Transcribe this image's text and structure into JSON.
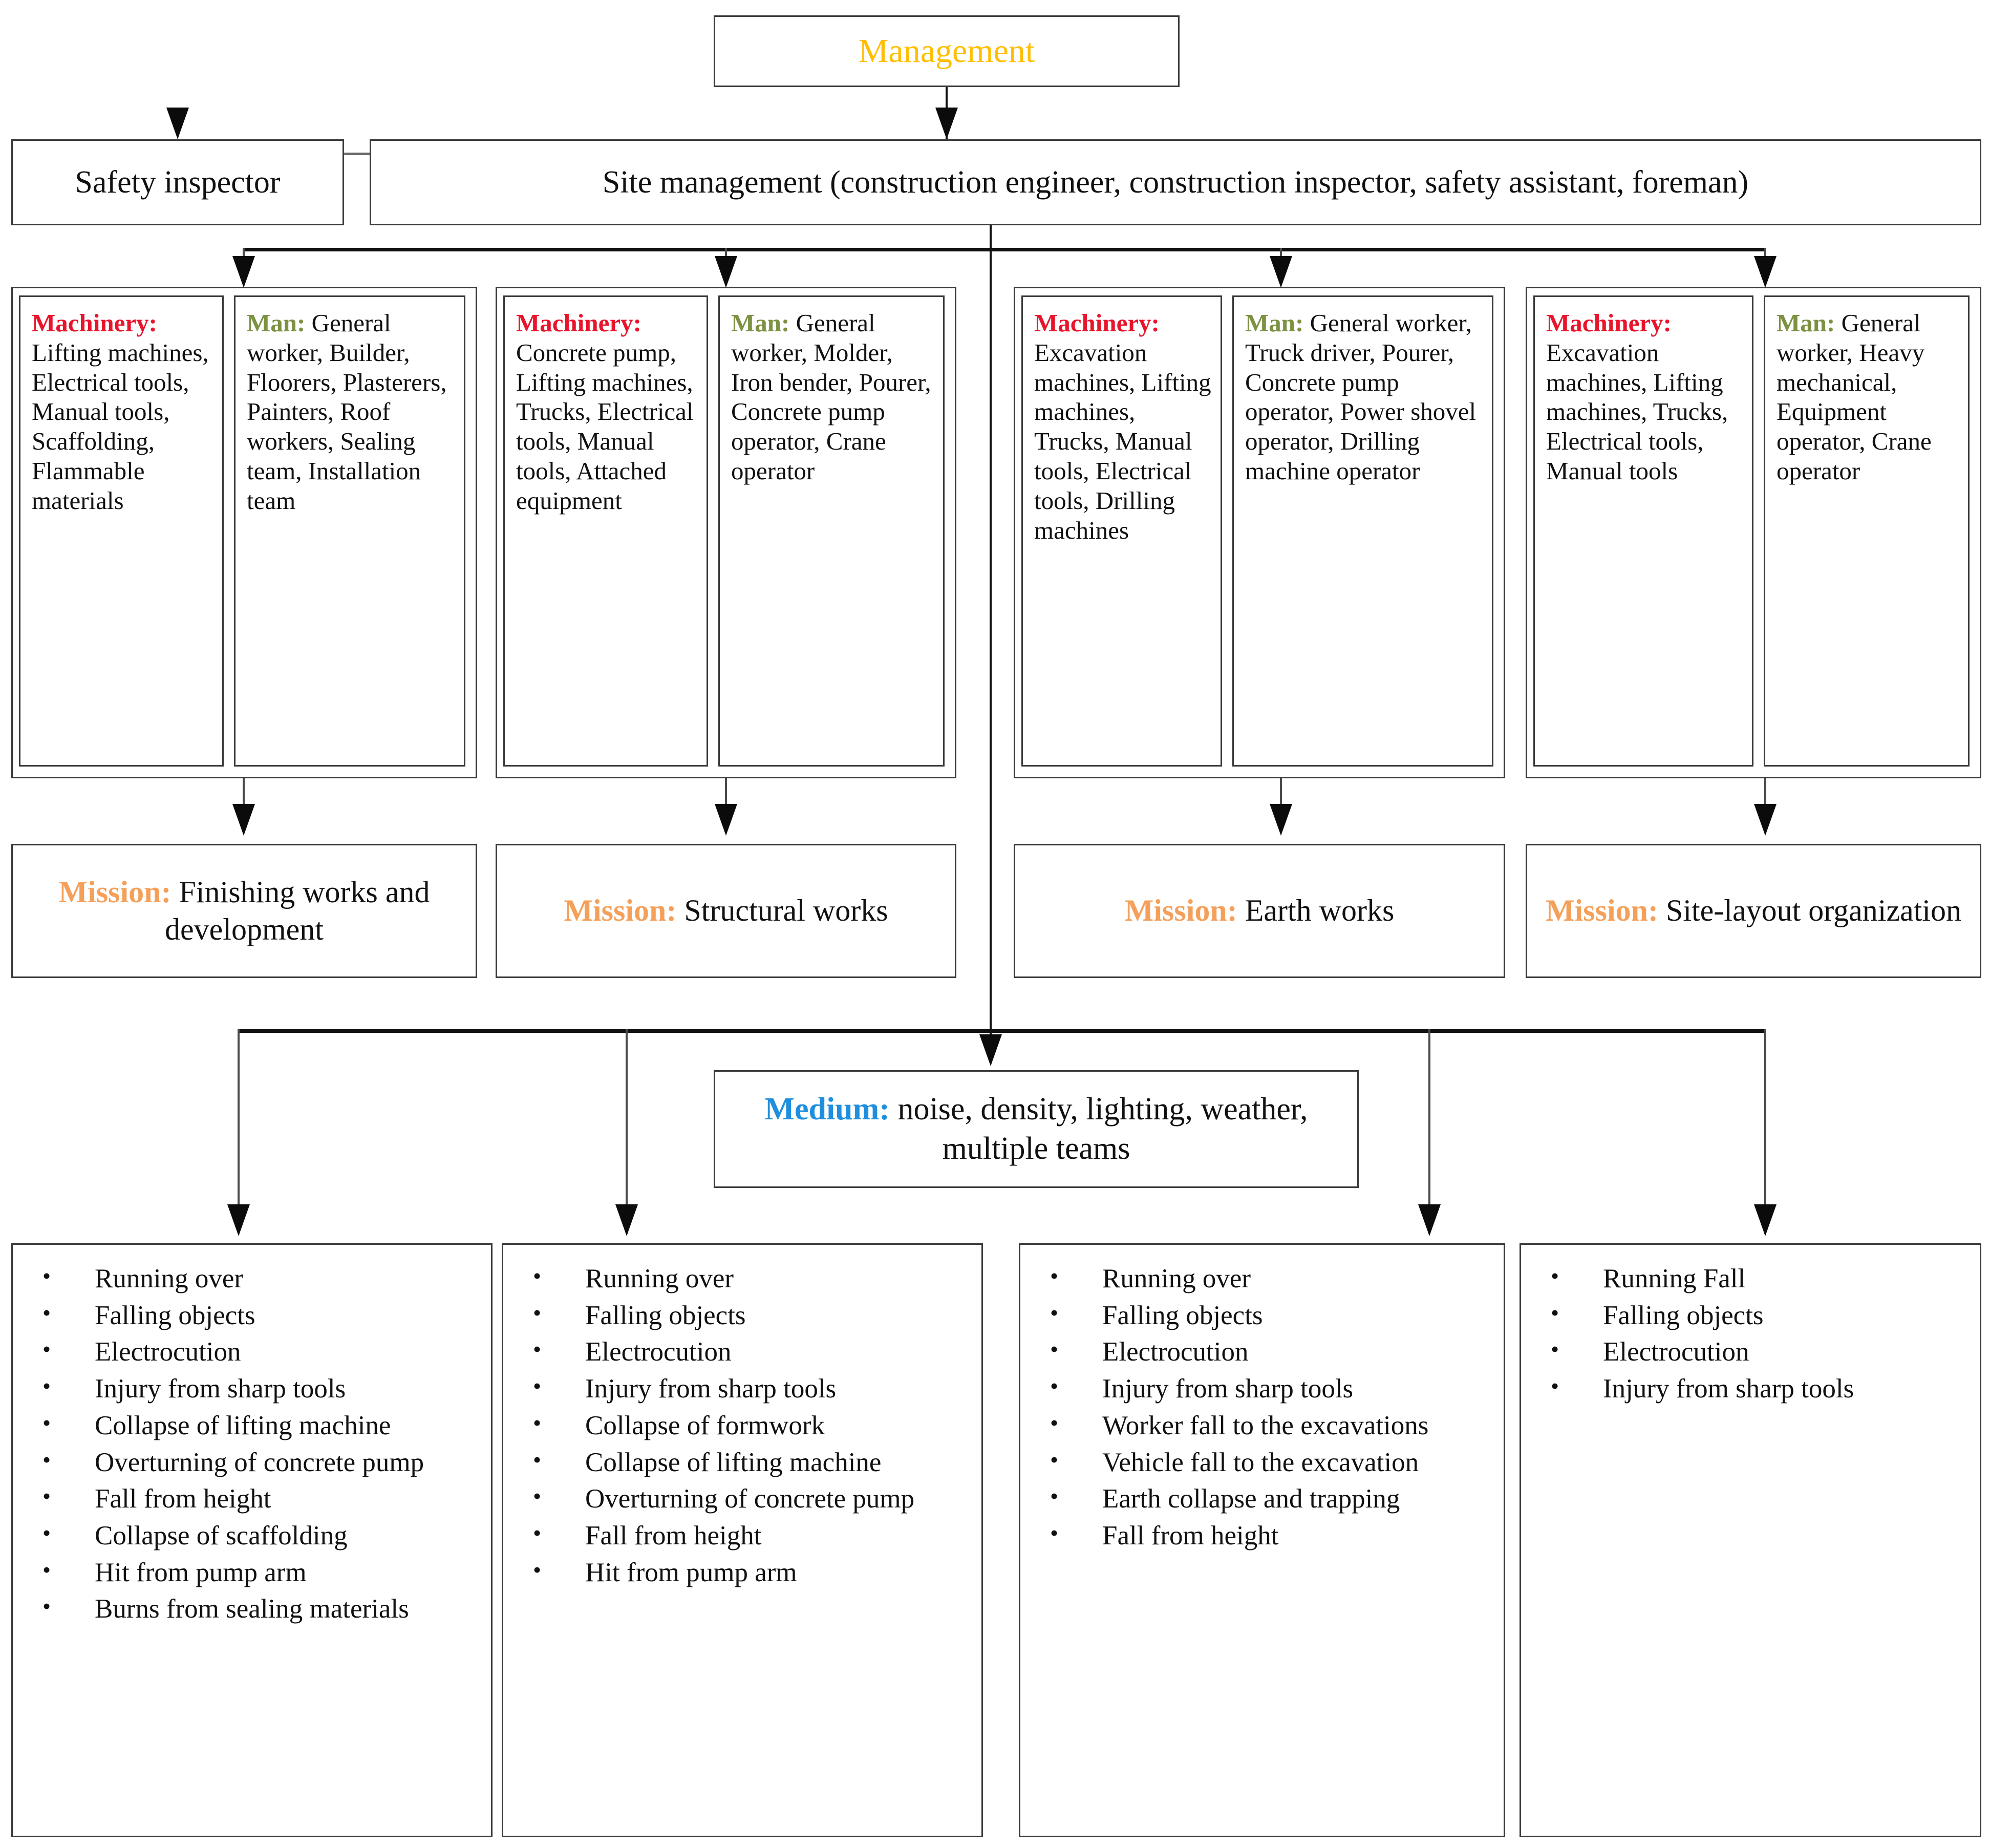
{
  "root": {
    "label": "Management"
  },
  "level2": [
    {
      "label": "Safety inspector"
    },
    {
      "label": "Site management (construction engineer, construction inspector, safety assistant, foreman)"
    }
  ],
  "groups": [
    {
      "machinery_label": "Machinery:",
      "machinery_items": "Lifting machines, Electrical tools, Manual tools, Scaffolding, Flammable materials",
      "man_label": "Man:",
      "man_items": "General worker, Builder, Floorers, Plasterers, Painters, Roof workers, Sealing team, Installation team",
      "mission_label": "Mission:",
      "mission_text": "Finishing works and development",
      "hazards": [
        "Running over",
        "Falling  objects",
        "Electrocution",
        "Injury from sharp tools",
        "Collapse of lifting machine",
        "Overturning of concrete pump",
        "Fall from height",
        "Collapse of scaffolding",
        "Hit from pump arm",
        "Burns from sealing materials"
      ]
    },
    {
      "machinery_label": "Machinery:",
      "machinery_items": "Concrete pump, Lifting machines, Trucks, Electrical tools, Manual tools, Attached equipment",
      "man_label": "Man:",
      "man_items": "General worker, Molder, Iron bender, Pourer, Concrete pump operator, Crane operator",
      "mission_label": "Mission:",
      "mission_text": "Structural works",
      "hazards": [
        "Running over",
        "Falling  objects",
        "Electrocution",
        "Injury from sharp tools",
        "Collapse of formwork",
        "Collapse of lifting machine",
        "Overturning of concrete pump",
        "Fall from height",
        "Hit from pump arm"
      ]
    },
    {
      "machinery_label": "Machinery:",
      "machinery_items": "Excavation machines, Lifting machines, Trucks, Manual tools, Electrical tools, Drilling machines",
      "man_label": "Man:",
      "man_items": "General worker, Truck driver, Pourer, Concrete pump operator, Power shovel operator, Drilling machine operator",
      "mission_label": "Mission:",
      "mission_text": "Earth works",
      "hazards": [
        "Running over",
        "Falling  objects",
        "Electrocution",
        "Injury from sharp tools",
        "Worker fall to the excavations",
        "Vehicle fall to the excavation",
        "Earth collapse and trapping",
        "Fall from height"
      ]
    },
    {
      "machinery_label": "Machinery:",
      "machinery_items": "Excavation machines, Lifting machines, Trucks, Electrical tools, Manual tools",
      "man_label": "Man:",
      "man_items": "General worker, Heavy mechanical, Equipment operator, Crane operator",
      "mission_label": "Mission:",
      "mission_text": "Site-layout organization",
      "hazards": [
        "Running Fall",
        "Falling  objects",
        "Electrocution",
        "Injury from sharp tools"
      ]
    }
  ],
  "medium": {
    "label": "Medium:",
    "text": "noise, density, lighting, weather, multiple teams"
  },
  "bullet_glyph": "•",
  "colors": {
    "management": "#FFBF00",
    "machinery": "#E8142B",
    "man": "#7C9141",
    "mission": "#F5A05A",
    "medium": "#1F8FDD",
    "border": "#3a3a3a",
    "connector": "#6b6b6b"
  }
}
